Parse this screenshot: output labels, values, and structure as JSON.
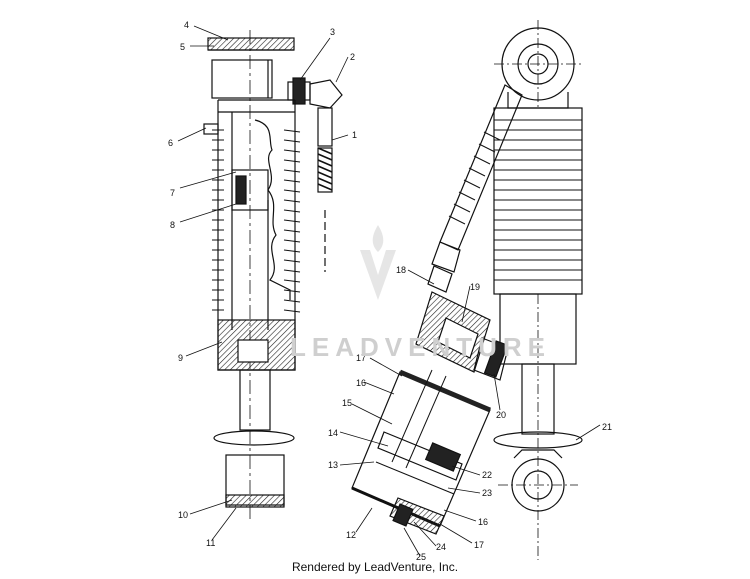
{
  "callouts": [
    "1",
    "2",
    "3",
    "4",
    "5",
    "6",
    "7",
    "8",
    "9",
    "10",
    "11",
    "12",
    "13",
    "14",
    "15",
    "16",
    "17",
    "18",
    "19",
    "20",
    "21",
    "22",
    "23",
    "16",
    "17",
    "24",
    "25"
  ],
  "watermark": "LEADVENTURE",
  "footer": "Rendered by LeadVenture, Inc.",
  "colors": {
    "line": "#111111",
    "fill_dark": "#333333",
    "watermark": "#cfcfcf"
  }
}
